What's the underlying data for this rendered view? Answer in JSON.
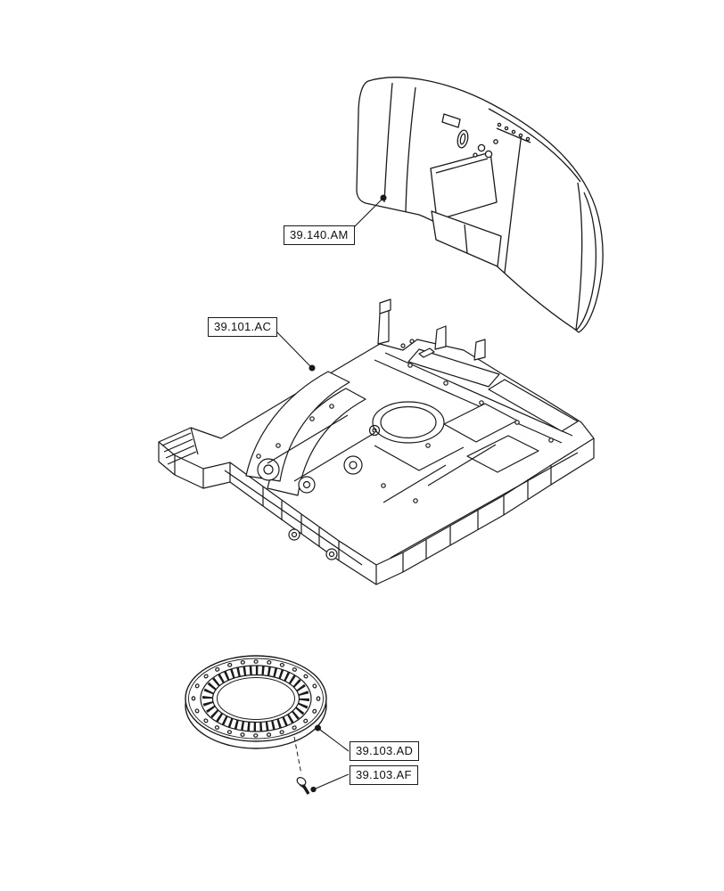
{
  "colors": {
    "background": "#ffffff",
    "ink": "#1a1a1a"
  },
  "diagram": {
    "callouts": [
      {
        "label": "39.140.AM"
      },
      {
        "label": "39.101.AC"
      },
      {
        "label": "39.103.AD"
      },
      {
        "label": "39.103.AF"
      }
    ]
  }
}
